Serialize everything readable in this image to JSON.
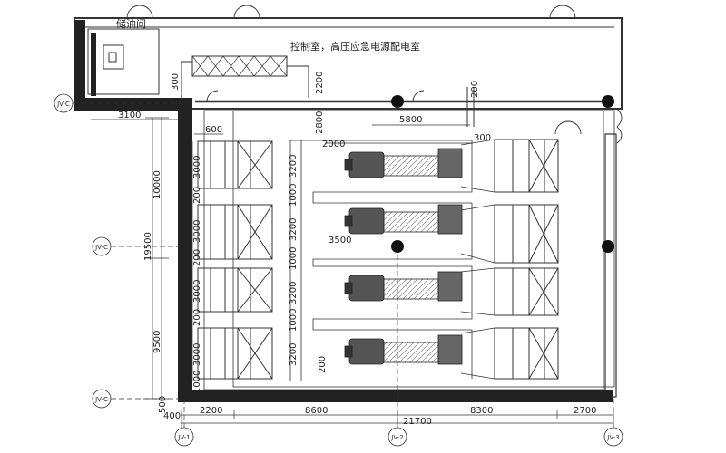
{
  "rooms": {
    "oil_storage": "储油间",
    "control_room": "控制室，高压应急电源配电室"
  },
  "axes": {
    "left_top": "JV-C",
    "left_mid": "JV-C",
    "left_bottom": "JV-C",
    "bottom_1": "JV-1",
    "bottom_2": "JV-2",
    "bottom_3": "JV-3"
  },
  "dims": {
    "d300_duct": "300",
    "d2200": "2200",
    "d200_top": "200",
    "d3100": "3100",
    "d2800": "2800",
    "d5800": "5800",
    "d2000": "2000",
    "d300_right": "300",
    "d600": "600",
    "d10000": "10000",
    "d19500": "19500",
    "d9500": "9500",
    "d500": "500",
    "d400": "400",
    "r1_3000": "3000",
    "r1_200": "200",
    "r2_3000": "3000",
    "r2_200": "200",
    "r3_3000": "3000",
    "r3_200": "200",
    "r4_3000": "3000",
    "r4_1000": "1000",
    "g1_3200": "3200",
    "g1_1000": "1000",
    "g2_3200": "3200",
    "g2_1000": "1000",
    "g3_3200": "3200",
    "g3_1000": "1000",
    "g4_3200": "3200",
    "d3500": "3500",
    "d200_bottom": "200",
    "b2200": "2200",
    "b8600": "8600",
    "b8300": "8300",
    "b2700": "2700",
    "b21700": "21700"
  }
}
